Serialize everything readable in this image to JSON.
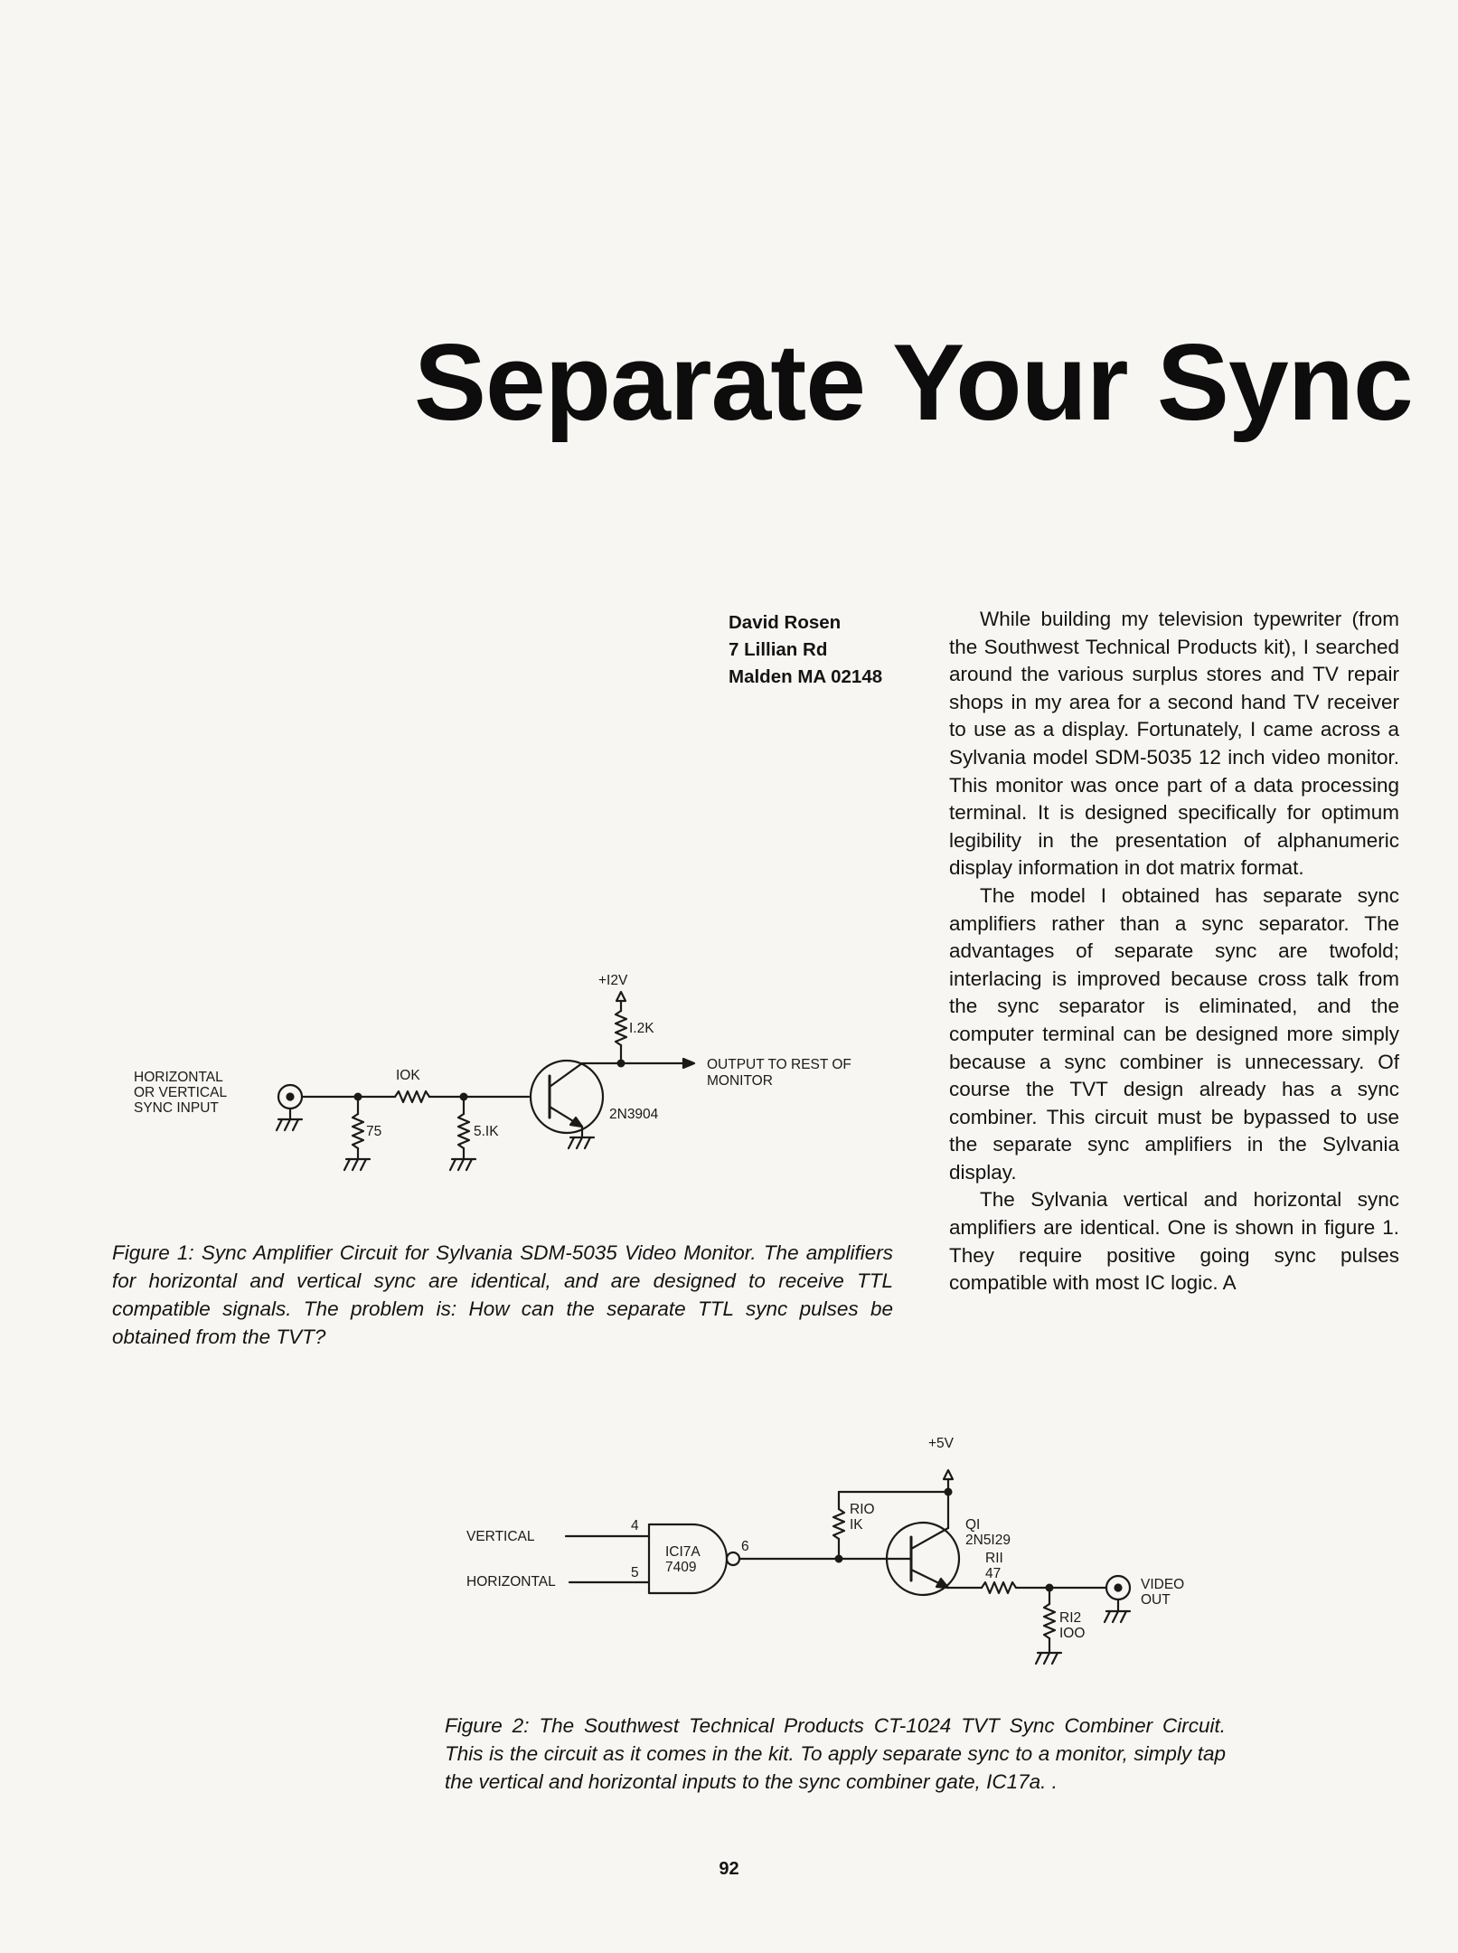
{
  "page": {
    "title": "Separate Your Sync",
    "page_number": "92"
  },
  "author": {
    "name": "David Rosen",
    "street": "7 Lillian Rd",
    "city": "Malden MA 02148"
  },
  "body": {
    "paragraphs": [
      "While building my television typewriter (from the Southwest Technical Products kit), I searched around the various surplus stores and TV repair shops in my area for a second hand TV receiver to use as a display. Fortunately, I came across a Sylvania model SDM-5035 12 inch video monitor. This monitor was once part of a data processing terminal. It is designed specifically for optimum legibility in the presentation of alphanumeric display information in dot matrix format.",
      "The model I obtained has separate sync amplifiers rather than a sync separator. The advantages of separate sync are twofold; interlacing is improved because cross talk from the sync separator is eliminated, and the computer terminal can be designed more simply because a sync combiner is unnecessary. Of course the TVT design already has a sync combiner. This circuit must be bypassed to use the separate sync amplifiers in the Sylvania display.",
      "The Sylvania vertical and horizontal sync amplifiers are identical. One is shown in figure 1. They require positive going sync pulses compatible with most IC logic. A"
    ]
  },
  "figure1": {
    "caption": "Figure 1: Sync Amplifier Circuit for Sylvania SDM-5035 Video Monitor. The amplifiers for horizontal and vertical sync are identical, and are designed to receive TTL compatible signals. The problem is: How can the separate TTL sync pulses be obtained from the TVT?",
    "labels": {
      "input_line1": "HORIZONTAL",
      "input_line2": "OR VERTICAL",
      "input_line3": "SYNC INPUT",
      "r_10k": "IOK",
      "r_75": "75",
      "r_5k1": "5.IK",
      "supply": "+I2V",
      "r_1k2": "I.2K",
      "transistor": "2N3904",
      "output_line1": "OUTPUT TO REST OF",
      "output_line2": "MONITOR"
    }
  },
  "figure2": {
    "caption": "Figure 2: The Southwest Technical Products CT-1024 TVT Sync Combiner Circuit. This is the circuit as it comes in the kit. To apply separate sync to a monitor, simply tap the vertical and horizontal inputs to the sync combiner gate, IC17a. .",
    "labels": {
      "vertical": "VERTICAL",
      "horizontal": "HORIZONTAL",
      "pin4": "4",
      "pin5": "5",
      "pin6": "6",
      "gate_line1": "ICI7A",
      "gate_line2": "7409",
      "supply": "+5V",
      "r10_line1": "RIO",
      "r10_line2": "IK",
      "q1_line1": "QI",
      "q1_line2": "2N5I29",
      "r11_line1": "RII",
      "r11_line2": "47",
      "r12_line1": "RI2",
      "r12_line2": "IOO",
      "video_line1": "VIDEO",
      "video_line2": "OUT"
    }
  }
}
